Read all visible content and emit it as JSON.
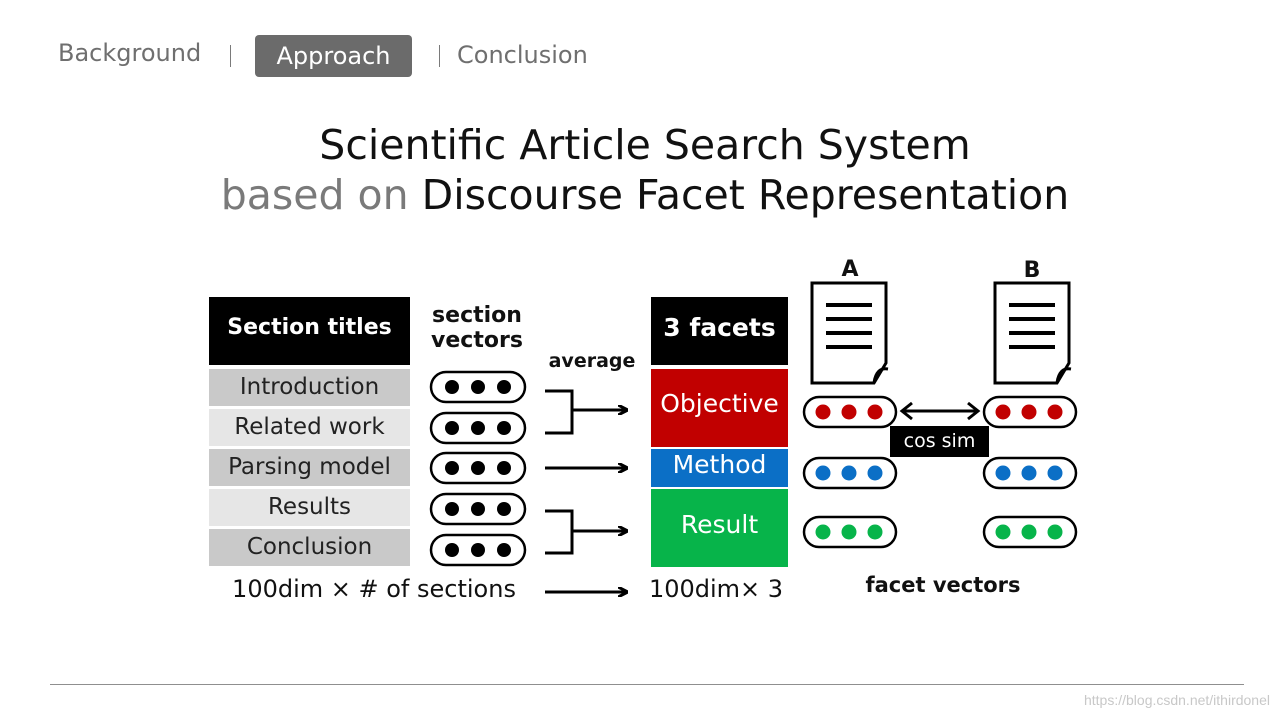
{
  "nav": {
    "items": [
      "Background",
      "Approach",
      "Conclusion"
    ],
    "active_index": 1
  },
  "title": {
    "line1": "Scientific Article Search System",
    "line2_muted": "based on",
    "line2_main": "Discourse Facet Representation"
  },
  "diagram": {
    "section_titles_header": "Section titles",
    "section_titles": [
      "Introduction",
      "Related work",
      "Parsing model",
      "Results",
      "Conclusion"
    ],
    "section_vectors_label_line1": "section",
    "section_vectors_label_line2": "vectors",
    "average_label": "average",
    "facets_header": "3 facets",
    "facets": [
      {
        "label": "Objective",
        "color": "#c10000"
      },
      {
        "label": "Method",
        "color": "#0b6fc6"
      },
      {
        "label": "Result",
        "color": "#07b44a"
      }
    ],
    "doc_a_label": "A",
    "doc_b_label": "B",
    "cos_sim_label": "cos sim",
    "input_dim_label": "100dim × # of sections",
    "output_dim_label": "100dim× 3",
    "facet_vectors_label": "facet vectors"
  },
  "footer": {
    "watermark": "https://blog.csdn.net/ithirdonel"
  },
  "colors": {
    "nav_active_bg": "#6b6b6b",
    "objective": "#c10000",
    "method": "#0b6fc6",
    "result": "#07b44a",
    "header_black": "#000000",
    "row_gray_dark": "#c9c9c9",
    "row_gray_light": "#e6e6e6"
  }
}
